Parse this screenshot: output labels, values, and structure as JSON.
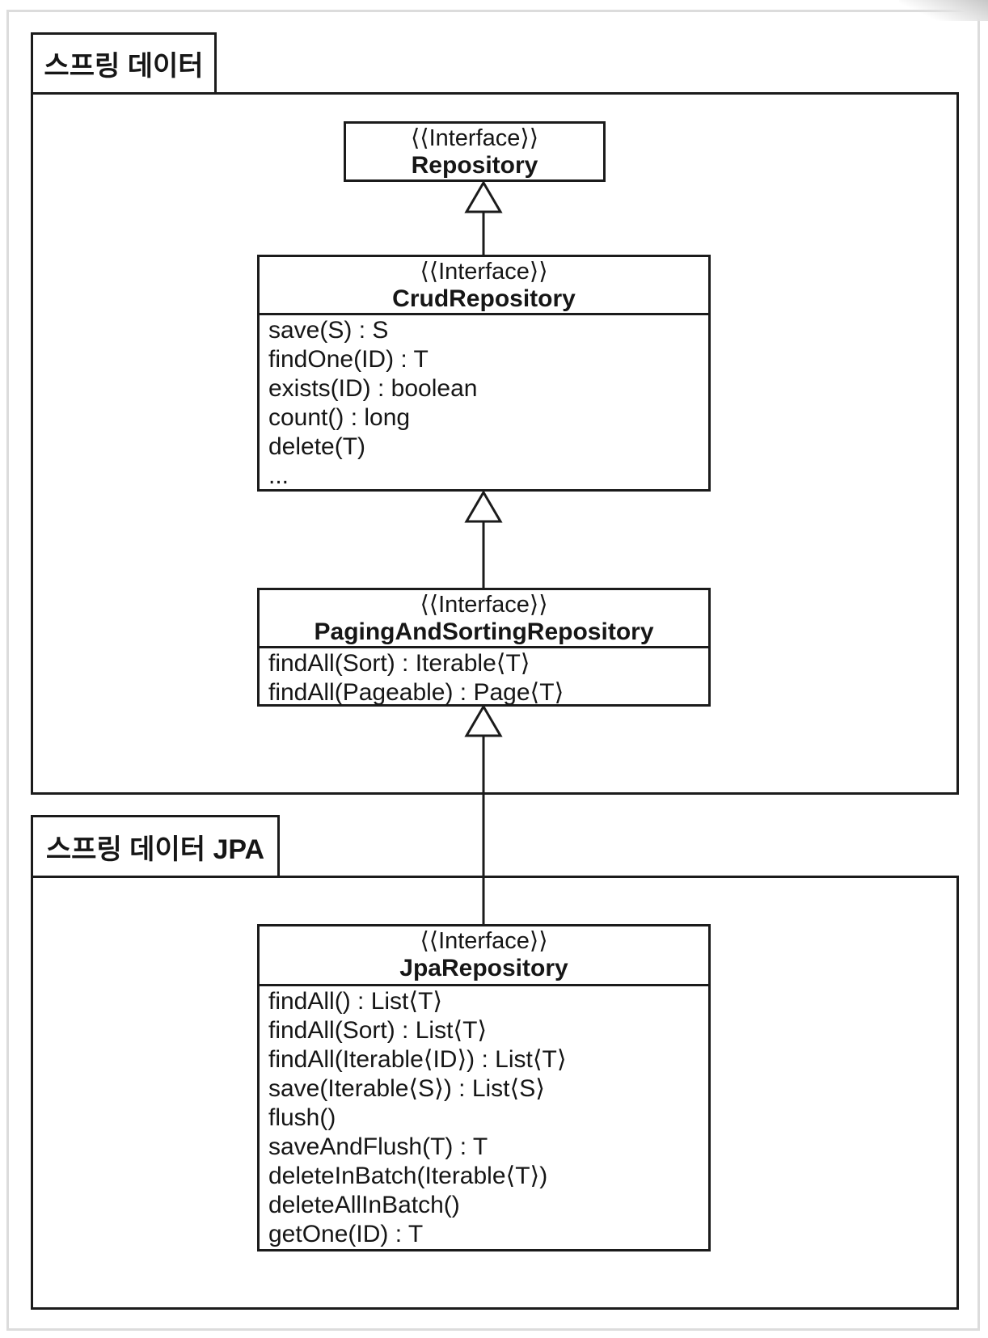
{
  "packages": [
    {
      "label": "스프링 데이터"
    },
    {
      "label": "스프링 데이터 JPA"
    }
  ],
  "classes": {
    "repository": {
      "stereotype": "⟨⟨Interface⟩⟩",
      "name": "Repository",
      "methods": []
    },
    "crud": {
      "stereotype": "⟨⟨Interface⟩⟩",
      "name": "CrudRepository",
      "methods": [
        "save(S) : S",
        "findOne(ID) : T",
        "exists(ID) : boolean",
        "count() : long",
        "delete(T)",
        "..."
      ]
    },
    "paging": {
      "stereotype": "⟨⟨Interface⟩⟩",
      "name": "PagingAndSortingRepository",
      "methods": [
        "findAll(Sort) : Iterable⟨T⟩",
        "findAll(Pageable) : Page⟨T⟩"
      ]
    },
    "jpa": {
      "stereotype": "⟨⟨Interface⟩⟩",
      "name": "JpaRepository",
      "methods": [
        "findAll() : List⟨T⟩",
        "findAll(Sort) : List⟨T⟩",
        "findAll(Iterable⟨ID⟩) : List⟨T⟩",
        "save(Iterable⟨S⟩) : List⟨S⟩",
        "flush()",
        "saveAndFlush(T) : T",
        "deleteInBatch(Iterable⟨T⟩)",
        "deleteAllInBatch()",
        "getOne(ID) : T"
      ]
    }
  },
  "relations": [
    {
      "from": "CrudRepository",
      "to": "Repository",
      "type": "inheritance"
    },
    {
      "from": "PagingAndSortingRepository",
      "to": "CrudRepository",
      "type": "inheritance"
    },
    {
      "from": "JpaRepository",
      "to": "PagingAndSortingRepository",
      "type": "inheritance"
    }
  ],
  "colors": {
    "line": "#1b1b1b",
    "text": "#161616",
    "frame": "#dcdcdc",
    "background": "#ffffff"
  }
}
